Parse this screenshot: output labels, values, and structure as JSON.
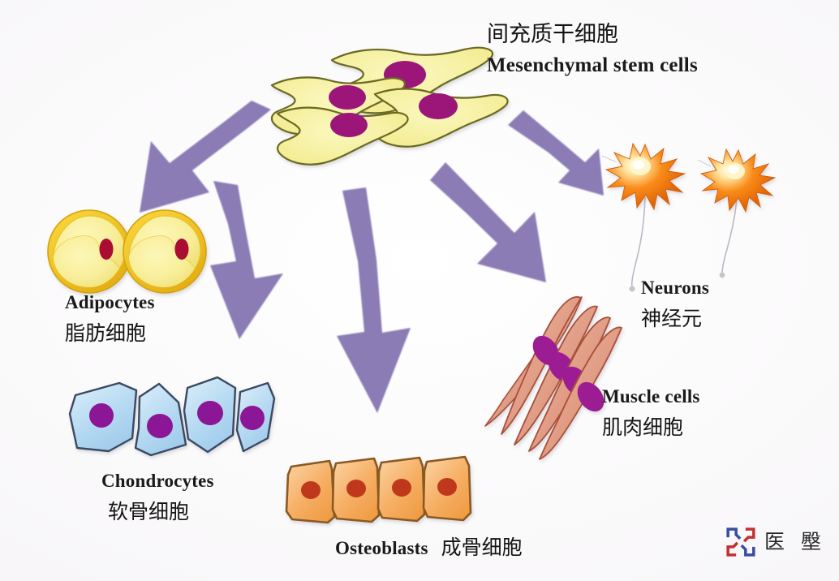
{
  "diagram": {
    "title_en": "Mesenchymal stem cells",
    "title_zh": "间充质干细胞",
    "background_color": "#fbfafc",
    "arrow_color": "#8b7bb5"
  },
  "source": {
    "label_en": "Mesenchymal stem cells",
    "label_zh": "间充质干细胞",
    "cell_fill": "#f5f0a0",
    "cell_stroke": "#6b6a21",
    "nucleus_color": "#9c1379"
  },
  "lineages": [
    {
      "id": "adipocytes",
      "label_en": "Adipocytes",
      "label_zh": "脂肪细胞",
      "cell_fill": "#f7e96a",
      "cell_stroke": "#d8a81a",
      "nucleus_color": "#a81035",
      "count": 2
    },
    {
      "id": "chondrocytes",
      "label_en": "Chondrocytes",
      "label_zh": "软骨细胞",
      "cell_fill": "#aed4ef",
      "cell_stroke": "#3b4a63",
      "nucleus_color": "#8b1596",
      "count": 4
    },
    {
      "id": "osteoblasts",
      "label_en": "Osteoblasts",
      "label_zh": "成骨细胞",
      "cell_fill": "#f5ae5e",
      "cell_stroke": "#8a5a20",
      "nucleus_color": "#c0391a",
      "count": 4
    },
    {
      "id": "muscle-cells",
      "label_en": "Muscle cells",
      "label_zh": "肌肉细胞",
      "cell_fill": "#e59a88",
      "cell_stroke": "#a8503a",
      "nucleus_color": "#9c1a94",
      "count": 4
    },
    {
      "id": "neurons",
      "label_en": "Neurons",
      "label_zh": "神经元",
      "cell_fill": "#f07a10",
      "cell_stroke": "#c85405",
      "nucleus_color": "#fff6d0",
      "count": 2
    }
  ],
  "arrows": [
    {
      "id": "arrow-to-adipocytes",
      "from": "mesenchymal-stem-cells",
      "to": "adipocytes"
    },
    {
      "id": "arrow-to-chondrocytes",
      "from": "mesenchymal-stem-cells",
      "to": "chondrocytes"
    },
    {
      "id": "arrow-to-osteoblasts",
      "from": "mesenchymal-stem-cells",
      "to": "osteoblasts"
    },
    {
      "id": "arrow-to-muscle",
      "from": "mesenchymal-stem-cells",
      "to": "muscle-cells"
    },
    {
      "id": "arrow-to-neurons",
      "from": "mesenchymal-stem-cells",
      "to": "neurons"
    }
  ],
  "watermark": {
    "text": "医 壂",
    "color_primary": "#2b3f9e",
    "color_secondary": "#c12026"
  }
}
